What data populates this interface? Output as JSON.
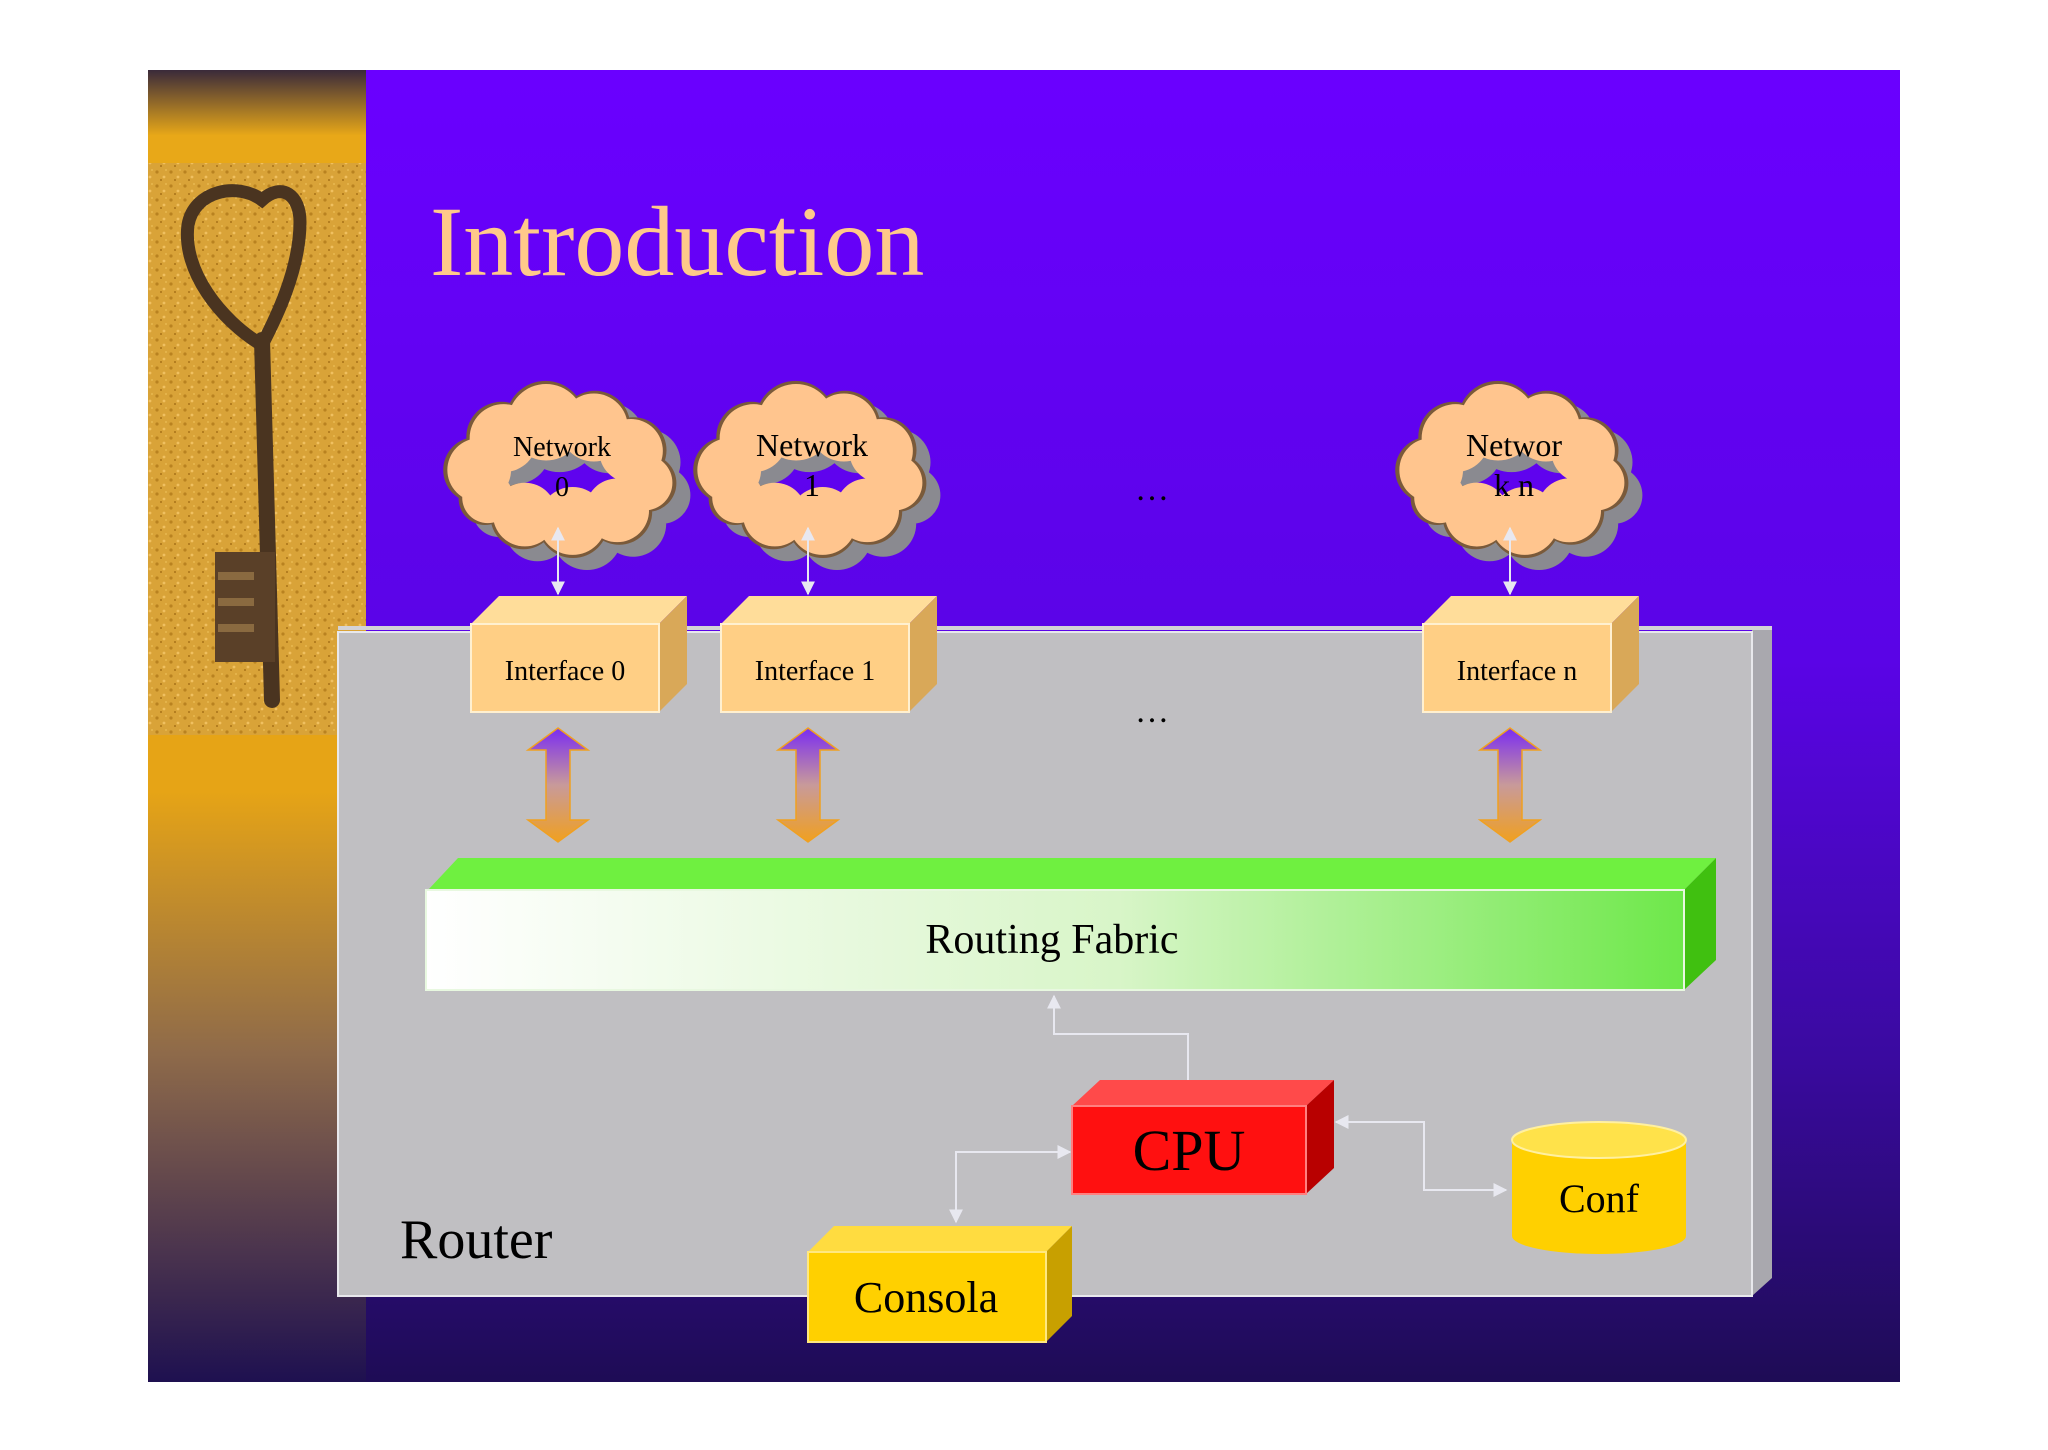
{
  "slide": {
    "title": "Introduction",
    "colors": {
      "background_top": "#6a00ff",
      "background_bottom": "#1e0c55",
      "title": "#ffc98a",
      "router_box": "#c0bfc2",
      "cloud": "#ffc58e",
      "interface": "#ffcf85",
      "fabric": "#6ff040",
      "cpu": "#ff1010",
      "console": "#ffd000",
      "conf": "#ffd000"
    }
  },
  "diagram": {
    "networks": [
      {
        "line1": "Network",
        "line2": "0"
      },
      {
        "line1": "Network",
        "line2": "1"
      },
      {
        "line1": "Networ",
        "line2": "k n"
      }
    ],
    "interfaces": [
      "Interface 0",
      "Interface 1",
      "Interface n"
    ],
    "ellipsis_top": "…",
    "ellipsis_middle": "…",
    "fabric_label": "Routing Fabric",
    "cpu_label": "CPU",
    "console_label": "Consola",
    "conf_label": "Conf",
    "router_label": "Router"
  }
}
